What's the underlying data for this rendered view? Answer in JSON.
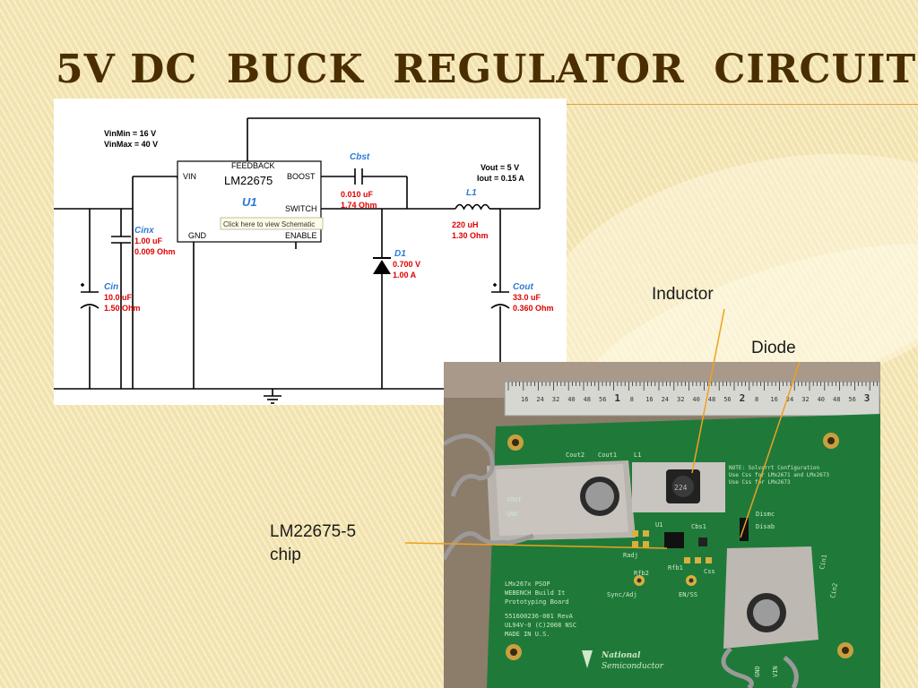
{
  "slide": {
    "title": "5V DC  Buck  Regulator  Circuit"
  },
  "schematic": {
    "vin_min": "VinMin = 16 V",
    "vin_max": "VinMax = 40 V",
    "ic_pins": {
      "feedback": "FEEDBACK",
      "vin": "VIN",
      "boost": "BOOST",
      "switch": "SWITCH",
      "gnd": "GND",
      "enable": "ENABLE"
    },
    "ic_part": "LM22675",
    "ic_ref": "U1",
    "tooltip": "Click here to view Schematic",
    "cbst": {
      "name": "Cbst",
      "value": "0.010 uF",
      "esr": "1.74 Ohm"
    },
    "vout": "Vout = 5 V",
    "iout": "Iout = 0.15 A",
    "l1": {
      "name": "L1",
      "value": "220 uH",
      "dcr": "1.30 Ohm"
    },
    "cinx": {
      "name": "Cinx",
      "value": "1.00 uF",
      "esr": "0.009 Ohm"
    },
    "d1": {
      "name": "D1",
      "vf": "0.700 V",
      "current": "1.00 A"
    },
    "cin": {
      "name": "Cin",
      "value": "10.0 uF",
      "esr": "1.50 Ohm"
    },
    "cout": {
      "name": "Cout",
      "value": "33.0 uF",
      "esr": "0.360 Ohm"
    }
  },
  "photo": {
    "ruler_marks": [
      "16",
      "24",
      "32",
      "40",
      "48",
      "56",
      "1",
      "8",
      "16",
      "24",
      "32",
      "40",
      "48",
      "56",
      "2",
      "8",
      "16",
      "24",
      "32",
      "40",
      "48",
      "56",
      "3"
    ],
    "pcb_labels": {
      "cout2": "Cout2",
      "cout1": "Cout1",
      "l1": "L1",
      "vout": "VOUT",
      "gnd": "GND",
      "note": "NOTE: Solvarrt Configuration",
      "note2": "Use Css for LMx2671 and LMx2673",
      "note3": "Use Css for LMx2673",
      "cboot": "Cbs1",
      "u1": "U1",
      "radj": "Radj",
      "rfb1": "Rfb1",
      "rfb2": "Rfb2",
      "css": "Css",
      "dismc": "Dismc",
      "disab": "Disab",
      "cin1": "Cin1",
      "cin2": "Cin2",
      "sync": "Sync/Adj",
      "enss": "EN/SS",
      "board1": "LMx267x PSOP",
      "board2": "WEBENCH Build It",
      "board3": "Prototyping Board",
      "board4": "551600236-001 RevA",
      "board5": "UL94V-0  (C)2008 NSC",
      "board6": "MADE IN U.S.",
      "brand1": "National",
      "brand2": "Semiconductor",
      "vin": "VIN",
      "gnd2": "GND",
      "inductor_mark": "224"
    }
  },
  "callouts": {
    "inductor": "Inductor",
    "diode": "Diode",
    "chip_line1": "LM22675-5",
    "chip_line2": "chip"
  },
  "colors": {
    "title": "#4a2e00",
    "accent_line": "#e0a040",
    "callout_line": "#f0a020",
    "schematic_red": "#e00000",
    "schematic_blue": "#2a7ad6",
    "pcb_green": "#1f7a3a"
  }
}
